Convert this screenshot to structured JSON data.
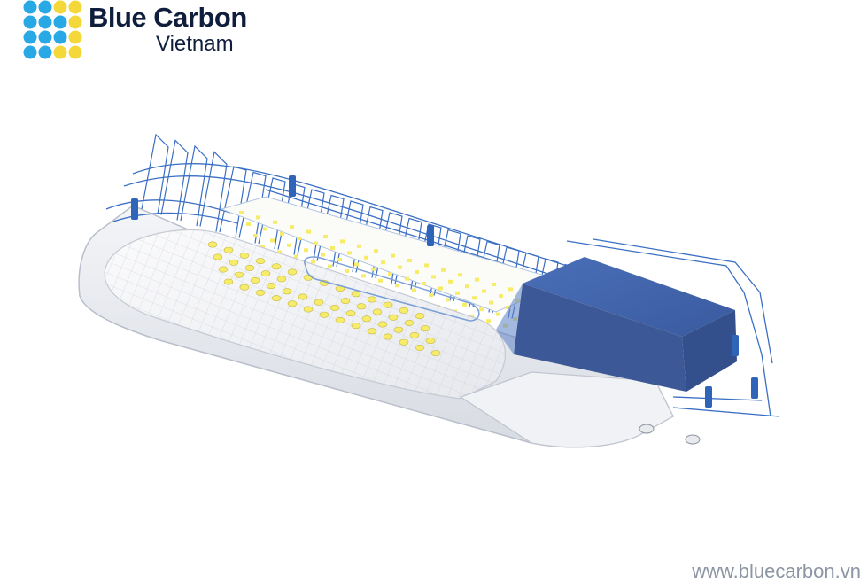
{
  "brand": {
    "name": "Blue Carbon",
    "subtitle": "Vietnam",
    "colors": {
      "dot_blue": "#29a8e6",
      "dot_yellow": "#f4d83a",
      "text": "#0f1e3c"
    }
  },
  "footer": {
    "website": "www.bluecarbon.vn"
  },
  "colors": {
    "wire": "#3a6fc4",
    "driver_box": "#3b5ea6",
    "housing": "#eceef2",
    "lens": "#f5f6f8",
    "led": "#f6ec6a"
  }
}
